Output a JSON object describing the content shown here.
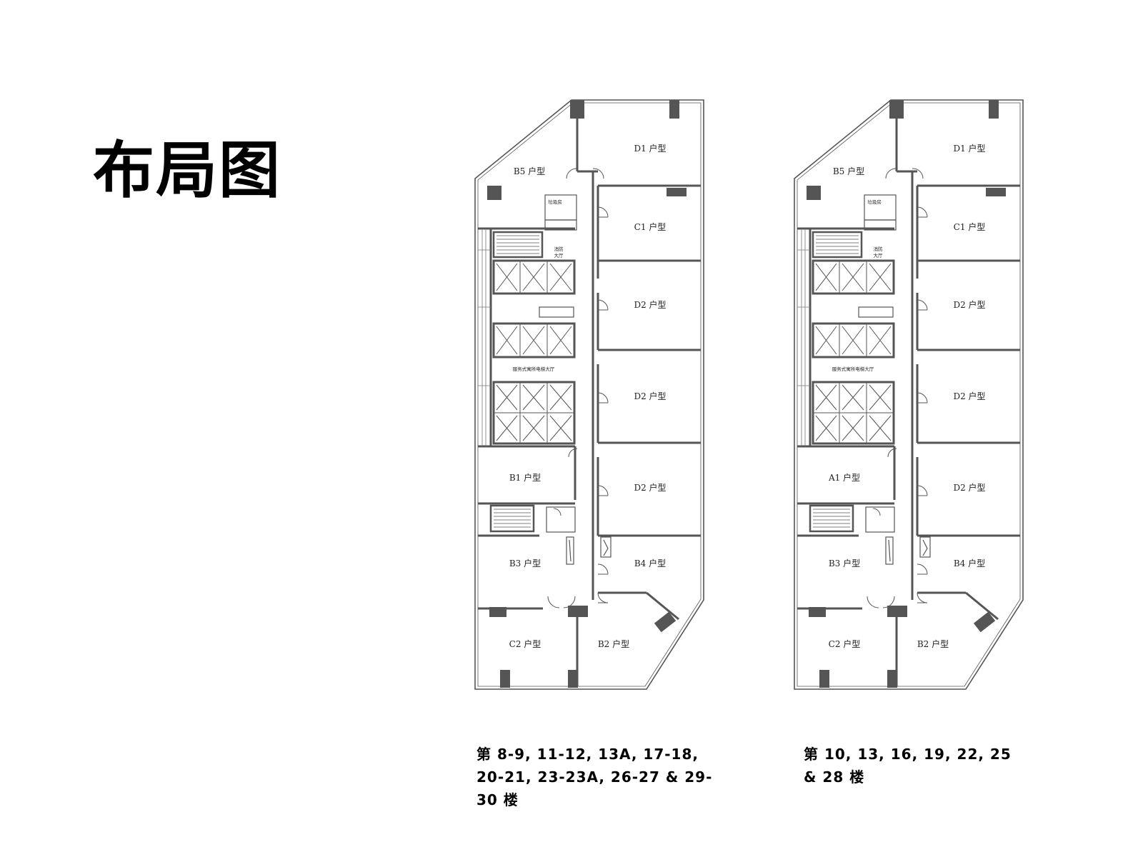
{
  "title": "布局图",
  "plans": [
    {
      "caption": "第 8-9, 11-12, 13A, 17-18, 20-21, 23-23A, 26-27 & 29-30 楼",
      "units": {
        "b5": "B5 户型",
        "d1": "D1 户型",
        "c1": "C1 户型",
        "d2a": "D2 户型",
        "d2b": "D2 户型",
        "d2c": "D2 户型",
        "mid": "B1 户型",
        "b3": "B3 户型",
        "b4": "B4 户型",
        "c2": "C2 户型",
        "b2": "B2 户型"
      },
      "labels": {
        "trash": "垃圾房",
        "fire": "消防",
        "hall": "大厅",
        "lobby": "服务式寓所电梯大厅"
      }
    },
    {
      "caption": "第 10, 13, 16, 19, 22, 25 & 28 楼",
      "units": {
        "b5": "B5 户型",
        "d1": "D1 户型",
        "c1": "C1 户型",
        "d2a": "D2 户型",
        "d2b": "D2 户型",
        "d2c": "D2 户型",
        "mid": "A1 户型",
        "b3": "B3 户型",
        "b4": "B4 户型",
        "c2": "C2 户型",
        "b2": "B2 户型"
      },
      "labels": {
        "trash": "垃圾房",
        "fire": "消防",
        "hall": "大厅",
        "lobby": "服务式寓所电梯大厅"
      }
    }
  ]
}
